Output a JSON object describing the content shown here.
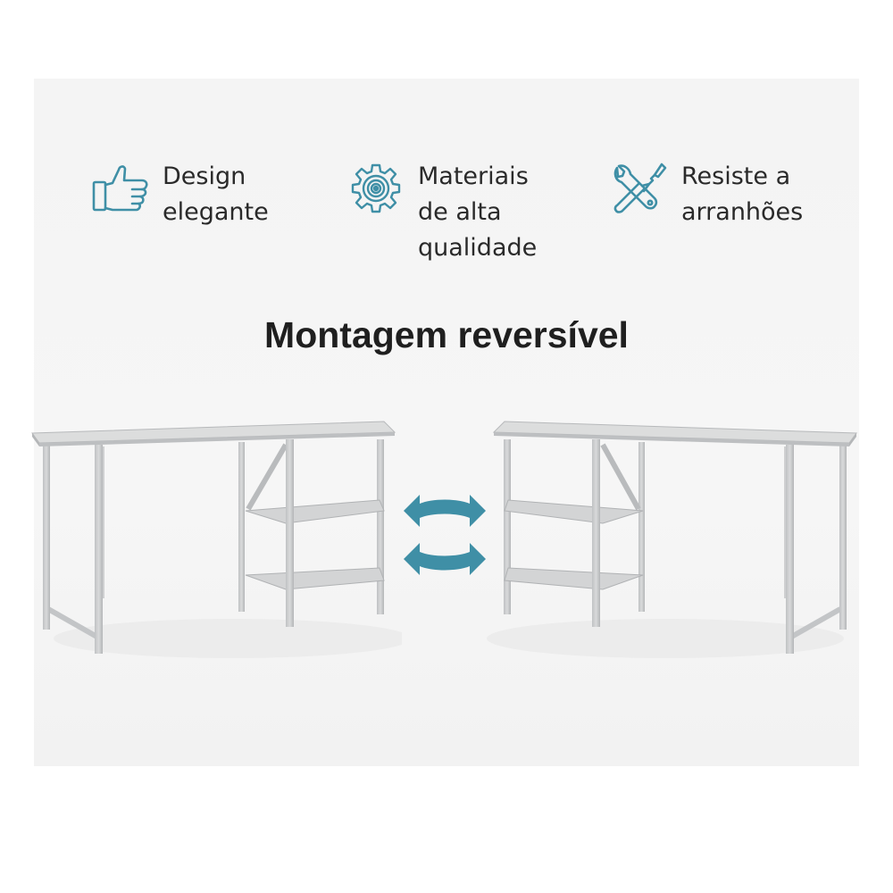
{
  "colors": {
    "accent": "#3f8fa6",
    "text": "#222222",
    "desk_metal": "#c6c8ca"
  },
  "features": [
    {
      "icon": "thumbs-up-icon",
      "label": "Design\nelegante"
    },
    {
      "icon": "gear-icon",
      "label": "Materiais\nde alta\nqualidade"
    },
    {
      "icon": "wrench-screwdriver-icon",
      "label": "Resiste a\narranhões"
    }
  ],
  "title": "Montagem reversível",
  "desks": [
    {
      "name": "desk-left",
      "shelves_side": "right"
    },
    {
      "name": "desk-right",
      "shelves_side": "left"
    }
  ],
  "swap_icon": "swap-arrows-icon"
}
